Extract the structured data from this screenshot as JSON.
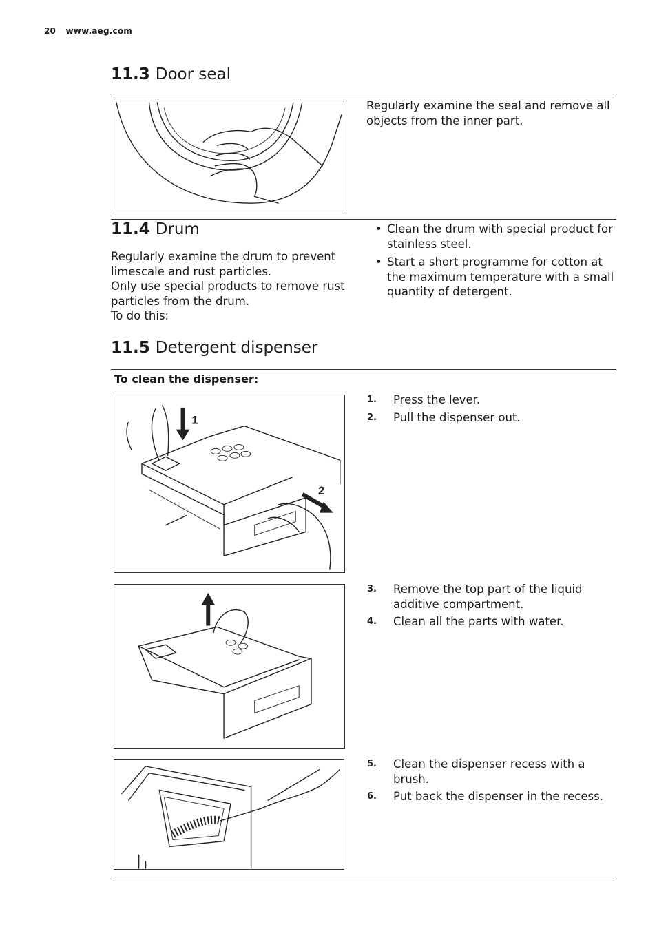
{
  "header": {
    "page_number": "20",
    "website": "www.aeg.com"
  },
  "door_seal": {
    "number": "11.3",
    "title": "Door seal",
    "text": "Regularly examine the seal and remove all objects from the inner part."
  },
  "drum": {
    "number": "11.4",
    "title": "Drum",
    "paragraphs": [
      "Regularly examine the drum to prevent limescale and rust particles.",
      "Only use special products to remove rust particles from the drum.",
      "To do this:"
    ],
    "bullets": [
      "Clean the drum with special product for stainless steel.",
      "Start a short programme for cotton at the maximum temperature with a small quantity of detergent."
    ]
  },
  "dispenser": {
    "number": "11.5",
    "title": "Detergent dispenser",
    "subheading": "To clean the dispenser:",
    "figure_labels": {
      "arrow_1": "1",
      "arrow_2": "2"
    },
    "step_groups": [
      {
        "steps": [
          {
            "n": "1.",
            "text": "Press the lever."
          },
          {
            "n": "2.",
            "text": "Pull the dispenser out."
          }
        ]
      },
      {
        "steps": [
          {
            "n": "3.",
            "text": "Remove the top part of the liquid additive compartment."
          },
          {
            "n": "4.",
            "text": "Clean all the parts with water."
          }
        ]
      },
      {
        "steps": [
          {
            "n": "5.",
            "text": "Clean the dispenser recess with a brush."
          },
          {
            "n": "6.",
            "text": "Put back the dispenser in the recess."
          }
        ]
      }
    ]
  },
  "bullet_symbol": "•"
}
